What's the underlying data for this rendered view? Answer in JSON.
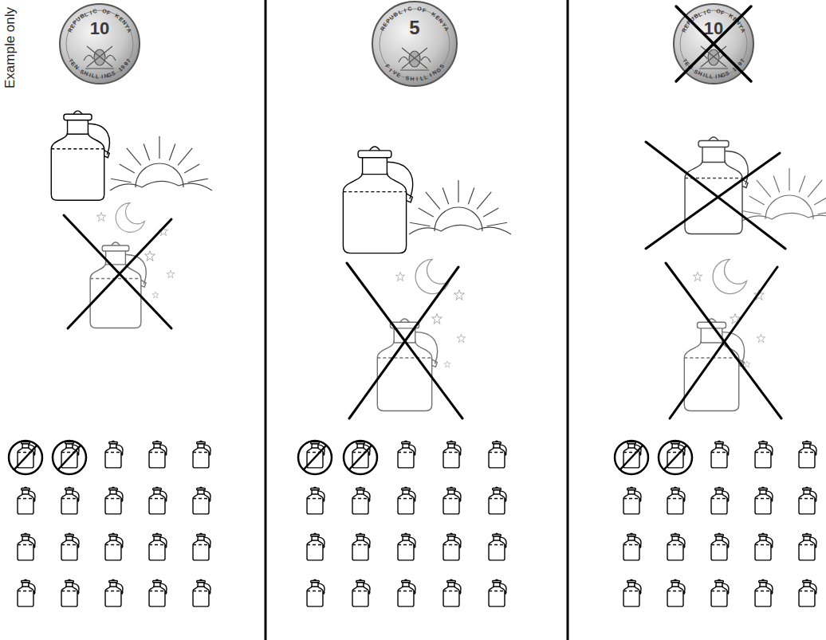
{
  "diagram": {
    "labels": [
      "Example only",
      "REPUBLIC OF KENYA",
      "10",
      "TEN SHILLINGS 1997",
      "REPUBLIC OF KENYA",
      "5",
      "FIVE SHILLINGS",
      "REPUBLIC OF KENYA",
      "10",
      "TEN SHILLINGS 1997"
    ]
  }
}
